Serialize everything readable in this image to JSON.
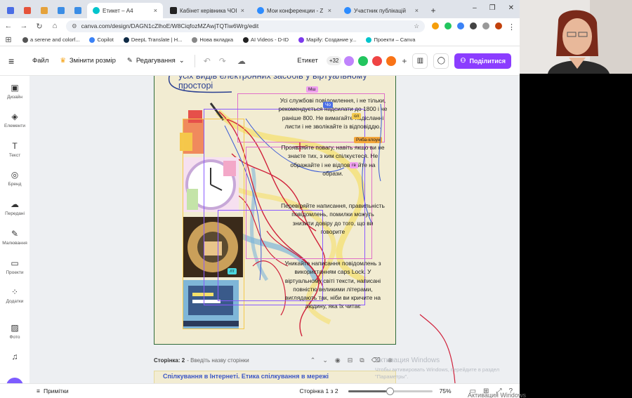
{
  "browser": {
    "tabs": [
      {
        "label": "",
        "color": "#4a6de5"
      },
      {
        "label": "",
        "color": "#e5533b"
      },
      {
        "label": "",
        "color": "#e5a23b"
      },
      {
        "label": "",
        "color": "#3b8de5"
      },
      {
        "label": "",
        "color": "#3b8de5"
      },
      {
        "label": "Етикет – А4",
        "color": "#00c4cc",
        "active": true
      },
      {
        "label": "Кабінет керівника ЧОІ",
        "color": "#222222"
      },
      {
        "label": "Мои конференции - Z",
        "color": "#2d8cff"
      },
      {
        "label": "Участник публікацій",
        "color": "#2d8cff"
      }
    ],
    "url": "canva.com/design/DAGN1cZlhoE/W8CiqfozMZAwjTQTiw6Wrg/edit",
    "bookmarks": [
      {
        "label": "a serene and colorf...",
        "color": "#555555"
      },
      {
        "label": "Copilot",
        "color": "#3b82f6"
      },
      {
        "label": "DeepL Translate | Н...",
        "color": "#0f2b46"
      },
      {
        "label": "Нова вкладка",
        "color": "#888888"
      },
      {
        "label": "AI Videos - D-ID",
        "color": "#222222"
      },
      {
        "label": "Mapify: Создание у...",
        "color": "#7c3aed"
      },
      {
        "label": "Проекти – Canva",
        "color": "#00c4cc"
      }
    ]
  },
  "toolbar": {
    "file": "Файл",
    "resize": "Змінити розмір",
    "edit": "Редагування",
    "doc_name": "Етикет",
    "collab_count": "+32",
    "share": "Поділитися"
  },
  "sidebar": {
    "items": [
      {
        "label": "Дизайн",
        "icon": "layout-icon"
      },
      {
        "label": "Елементи",
        "icon": "shapes-icon"
      },
      {
        "label": "Текст",
        "icon": "text-icon"
      },
      {
        "label": "Бренд",
        "icon": "brand-icon"
      },
      {
        "label": "Передані",
        "icon": "upload-icon"
      },
      {
        "label": "Малювання",
        "icon": "draw-icon"
      },
      {
        "label": "Проекти",
        "icon": "folder-icon"
      },
      {
        "label": "Додатки",
        "icon": "apps-icon"
      },
      {
        "label": "Фото",
        "icon": "photo-icon"
      },
      {
        "label": "",
        "icon": "audio-icon"
      }
    ]
  },
  "page": {
    "title": "усіх видів електронних засобів у віртуальному просторі",
    "text1": "Усі службові повідомлення, і не тільки, рекомендується надсилати до 1800 і не раніше 800. Не вимагайте надісланні листи і не зволікайте із відповіддю.",
    "text2": "Проявляйте повагу, навіть якщо ви не знаєте тих, з ким спілкуєтеся. Не ображайте і не відповідайте на образи.",
    "text3": "Перевіряйте написання, правильність повідомлень, помилки можуть знизити довіру до того, що ви говорите",
    "text4": "Уникайте написання повідомлень з використанням caps Lock. У віртуальному світі тексти, написані повністю великими літерами, виглядають так, ніби ви кричите на людину, яка їх читає",
    "collab_chips": [
      {
        "label": "Мш",
        "color": "#f0a0f0"
      },
      {
        "label": "Чо",
        "color": "#4a6de5"
      },
      {
        "label": "ол",
        "color": "#f4c94c"
      },
      {
        "label": "Риба-клоун",
        "color": "#f4a63b"
      },
      {
        "label": "гв",
        "color": "#f0a0f0"
      },
      {
        "label": "лт",
        "color": "#4ad8e0"
      }
    ]
  },
  "pagebar": {
    "label": "Сторінка: 2",
    "placeholder": "- Введіть назву сторінки"
  },
  "page2": {
    "heading": "Спілкування в Інтернеті. Етика спілкування в мережі"
  },
  "watermark": {
    "title": "Активация Windows",
    "subtitle": "Чтобы активировать Windows, перейдите в раздел \"Параметры\"."
  },
  "bottom": {
    "notes": "Примітки",
    "page_indicator": "Сторінка 1 з 2",
    "zoom": "75%",
    "zoom_level": 0.45
  },
  "webcam": {
    "overlay_text": "Активация Windows"
  }
}
